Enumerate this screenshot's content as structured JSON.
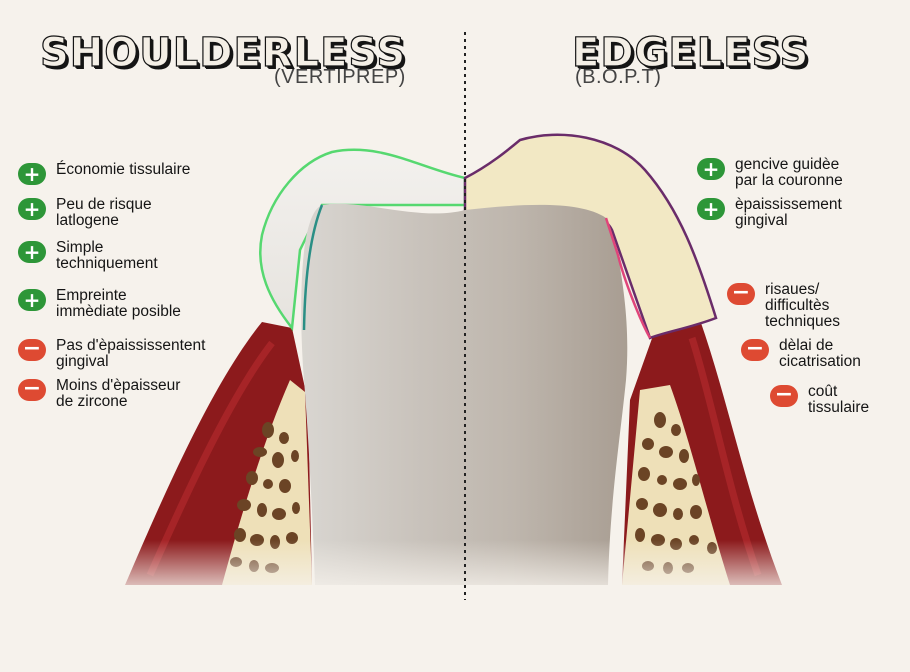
{
  "left": {
    "title": "SHOULDERLESS",
    "subtitle": "(VERTIPREP)",
    "items": [
      {
        "type": "plus",
        "text": "Économie tissulaire"
      },
      {
        "type": "plus",
        "text": "Peu de risque\nlatlogene"
      },
      {
        "type": "plus",
        "text": "Simple\ntechniquement"
      },
      {
        "type": "plus",
        "text": "Empreinte\nimmèdiate posible"
      },
      {
        "type": "minus",
        "text": "Pas d'èpaississentent\ngingival"
      },
      {
        "type": "minus",
        "text": "Moins d'èpaisseur\nde zircone"
      }
    ]
  },
  "right": {
    "title": "EDGELESS",
    "subtitle": "(B.O.P.T)",
    "items": [
      {
        "type": "plus",
        "text": "gencive guidèe\npar la couronne"
      },
      {
        "type": "plus",
        "text": "èpaississement\ngingival"
      },
      {
        "type": "minus",
        "text": "risaues/\ndifficultès\ntechniques"
      },
      {
        "type": "minus",
        "text": "dèlai de\ncicatrisation"
      },
      {
        "type": "minus",
        "text": "coût\ntissulaire"
      }
    ]
  },
  "icons": {
    "plus": "plus-circle-icon",
    "minus": "minus-circle-icon"
  },
  "colors": {
    "plus": "#2d9638",
    "minus": "#de4a32",
    "gum": "#8c1a1c",
    "bone": "#eee0b8",
    "crown": "#f2e8c4",
    "left_margin_line": "#56d870",
    "right_margin_line": "#6a2c6a"
  }
}
